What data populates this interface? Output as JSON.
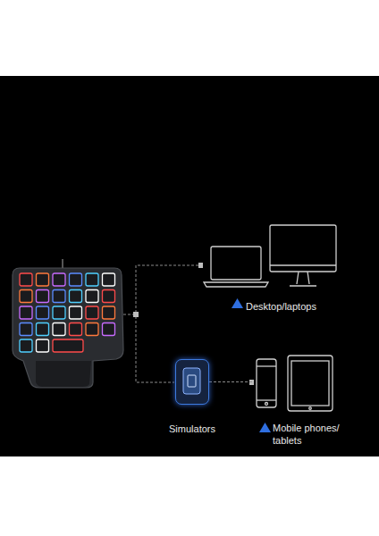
{
  "diagram": {
    "nodes": [
      {
        "text": [
          "Desktop/laptops"
        ]
      },
      {
        "text": [
          "Simulators"
        ]
      },
      {
        "text": [
          "Mobile phones/ tablets"
        ]
      }
    ],
    "edges": [
      {
        "from": 1,
        "to": 2,
        "arrow": "none"
      }
    ]
  }
}
